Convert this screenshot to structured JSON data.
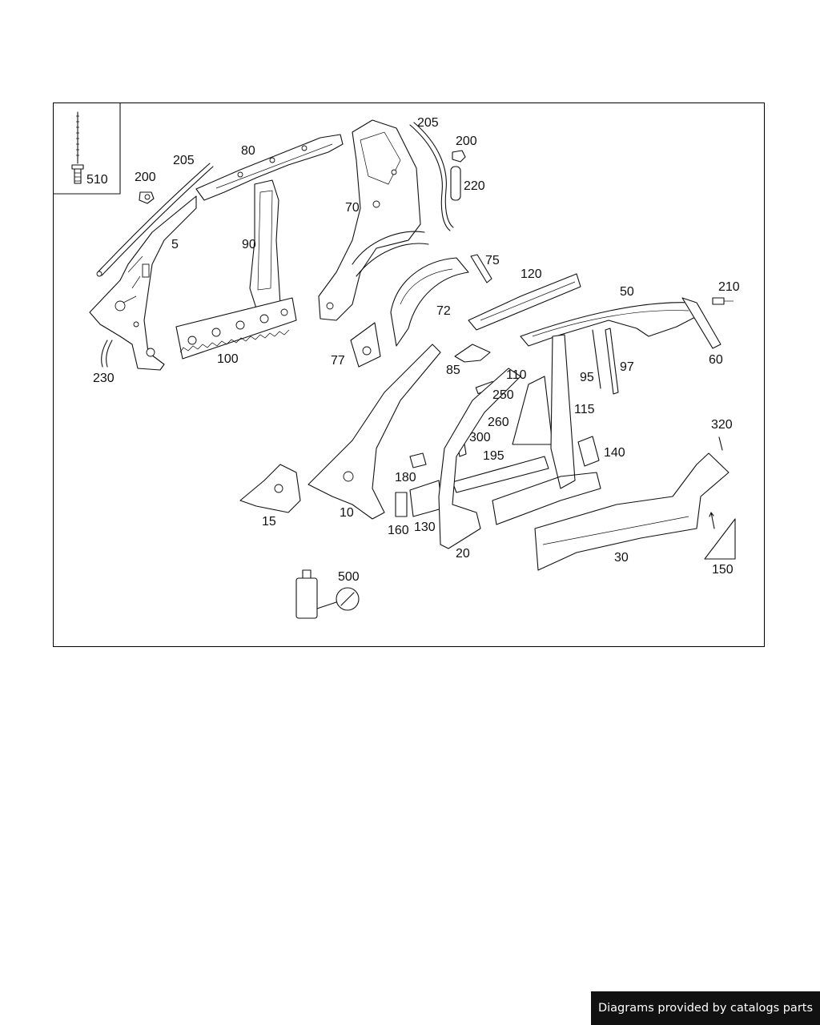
{
  "diagram": {
    "callouts": [
      {
        "id": "510",
        "text": "510"
      },
      {
        "id": "205a",
        "text": "205"
      },
      {
        "id": "200a",
        "text": "200"
      },
      {
        "id": "5",
        "text": "5"
      },
      {
        "id": "230",
        "text": "230"
      },
      {
        "id": "80",
        "text": "80"
      },
      {
        "id": "90",
        "text": "90"
      },
      {
        "id": "100",
        "text": "100"
      },
      {
        "id": "70",
        "text": "70"
      },
      {
        "id": "205b",
        "text": "205"
      },
      {
        "id": "200b",
        "text": "200"
      },
      {
        "id": "220",
        "text": "220"
      },
      {
        "id": "75",
        "text": "75"
      },
      {
        "id": "72",
        "text": "72"
      },
      {
        "id": "77",
        "text": "77"
      },
      {
        "id": "120",
        "text": "120"
      },
      {
        "id": "85",
        "text": "85"
      },
      {
        "id": "50",
        "text": "50"
      },
      {
        "id": "210",
        "text": "210"
      },
      {
        "id": "60",
        "text": "60"
      },
      {
        "id": "110",
        "text": "110"
      },
      {
        "id": "95",
        "text": "95"
      },
      {
        "id": "97",
        "text": "97"
      },
      {
        "id": "250",
        "text": "250"
      },
      {
        "id": "260",
        "text": "260"
      },
      {
        "id": "115",
        "text": "115"
      },
      {
        "id": "300",
        "text": "300"
      },
      {
        "id": "195",
        "text": "195"
      },
      {
        "id": "140",
        "text": "140"
      },
      {
        "id": "320",
        "text": "320"
      },
      {
        "id": "180",
        "text": "180"
      },
      {
        "id": "15",
        "text": "15"
      },
      {
        "id": "10",
        "text": "10"
      },
      {
        "id": "160",
        "text": "160"
      },
      {
        "id": "130",
        "text": "130"
      },
      {
        "id": "20",
        "text": "20"
      },
      {
        "id": "30",
        "text": "30"
      },
      {
        "id": "150",
        "text": "150"
      },
      {
        "id": "500",
        "text": "500"
      }
    ]
  },
  "footer": {
    "credit": "Diagrams provided by catalogs parts"
  }
}
